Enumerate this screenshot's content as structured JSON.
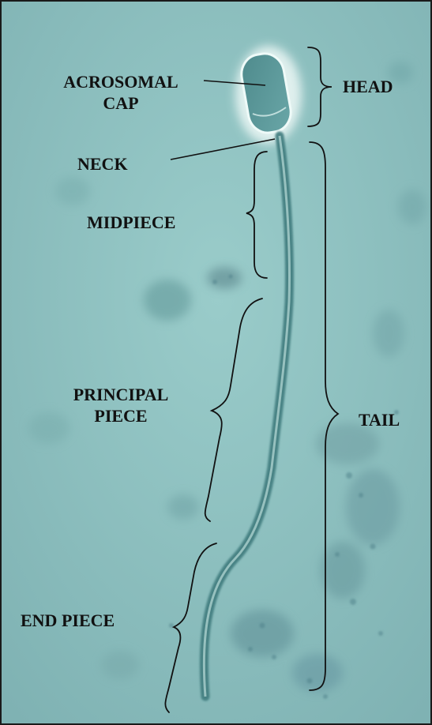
{
  "figure": {
    "labels": {
      "acrosomal_cap": [
        "ACROSOMAL",
        "CAP"
      ],
      "head": "HEAD",
      "neck": "NECK",
      "midpiece": "MIDPIECE",
      "principal_piece": [
        "PRINCIPAL",
        "PIECE"
      ],
      "tail": "TAIL",
      "end_piece": "END PIECE"
    },
    "colors": {
      "background": "#8bbcbc",
      "specimen": "#5f9b9c",
      "head_glow": "#e8f6f4",
      "annotation": "#111111",
      "frame": "#1a1a1a"
    }
  }
}
